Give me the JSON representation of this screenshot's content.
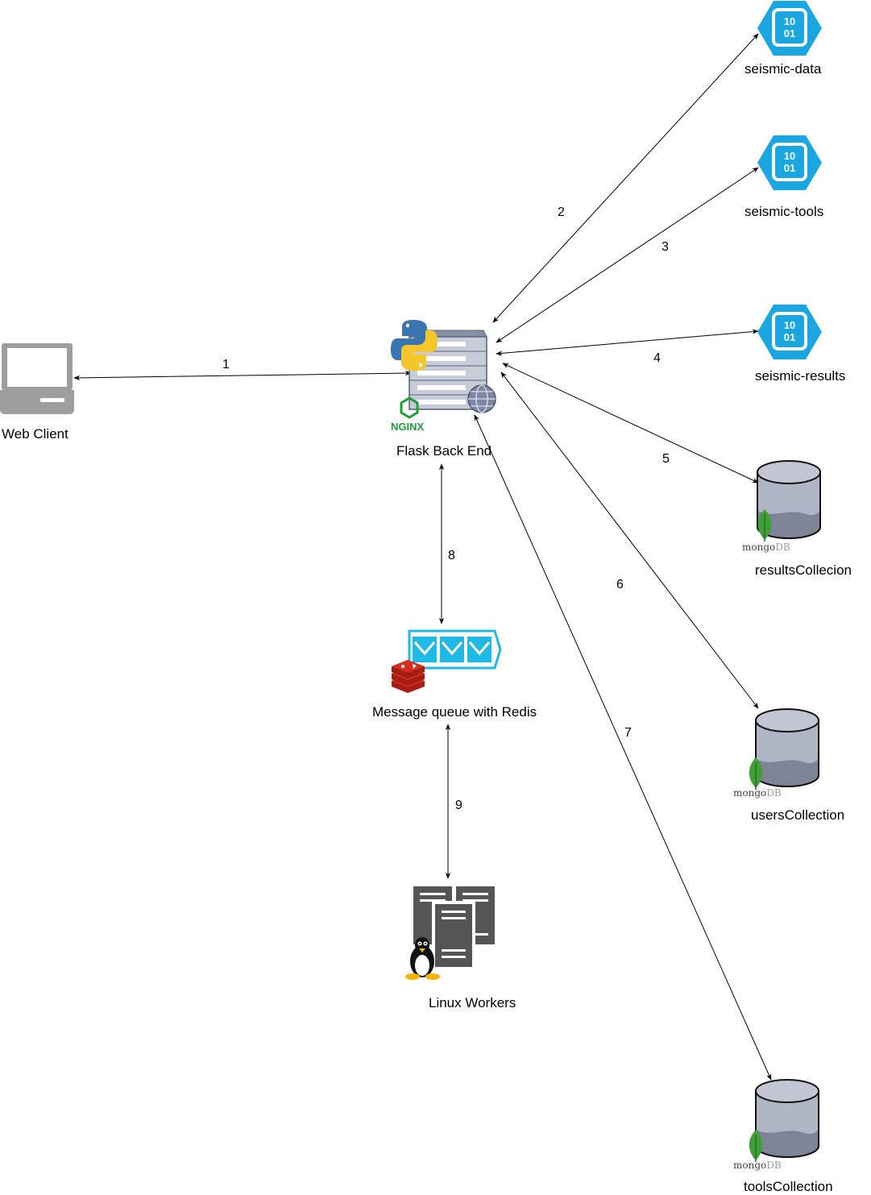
{
  "nodes": {
    "web_client": "Web Client",
    "flask": "Flask Back End",
    "seismic_data": "seismic-data",
    "seismic_tools": "seismic-tools",
    "seismic_results": "seismic-results",
    "results_collection": "resultsCollecion",
    "users_collection": "usersCollection",
    "tools_collection": "toolsCollection",
    "queue": "Message queue with Redis",
    "workers": "Linux Workers"
  },
  "edges": [
    {
      "from": "web_client",
      "to": "flask",
      "label": "1"
    },
    {
      "from": "flask",
      "to": "seismic_data",
      "label": "2"
    },
    {
      "from": "flask",
      "to": "seismic_tools",
      "label": "3"
    },
    {
      "from": "flask",
      "to": "seismic_results",
      "label": "4"
    },
    {
      "from": "flask",
      "to": "results_collection",
      "label": "5"
    },
    {
      "from": "flask",
      "to": "users_collection",
      "label": "6"
    },
    {
      "from": "flask",
      "to": "tools_collection",
      "label": "7"
    },
    {
      "from": "flask",
      "to": "queue",
      "label": "8"
    },
    {
      "from": "queue",
      "to": "workers",
      "label": "9"
    }
  ],
  "icon_text": {
    "blob_bits_top": "10",
    "blob_bits_bottom": "01",
    "mongo_prefix": "mongo",
    "mongo_suffix": "DB",
    "nginx": "NGINX"
  },
  "colors": {
    "blob": "#1aa6e0",
    "mongo_leaf": "#3fa037",
    "redis": "#d82c20",
    "queue": "#1fb9e6",
    "laptop": "#9e9e9e",
    "server": "#555555"
  }
}
